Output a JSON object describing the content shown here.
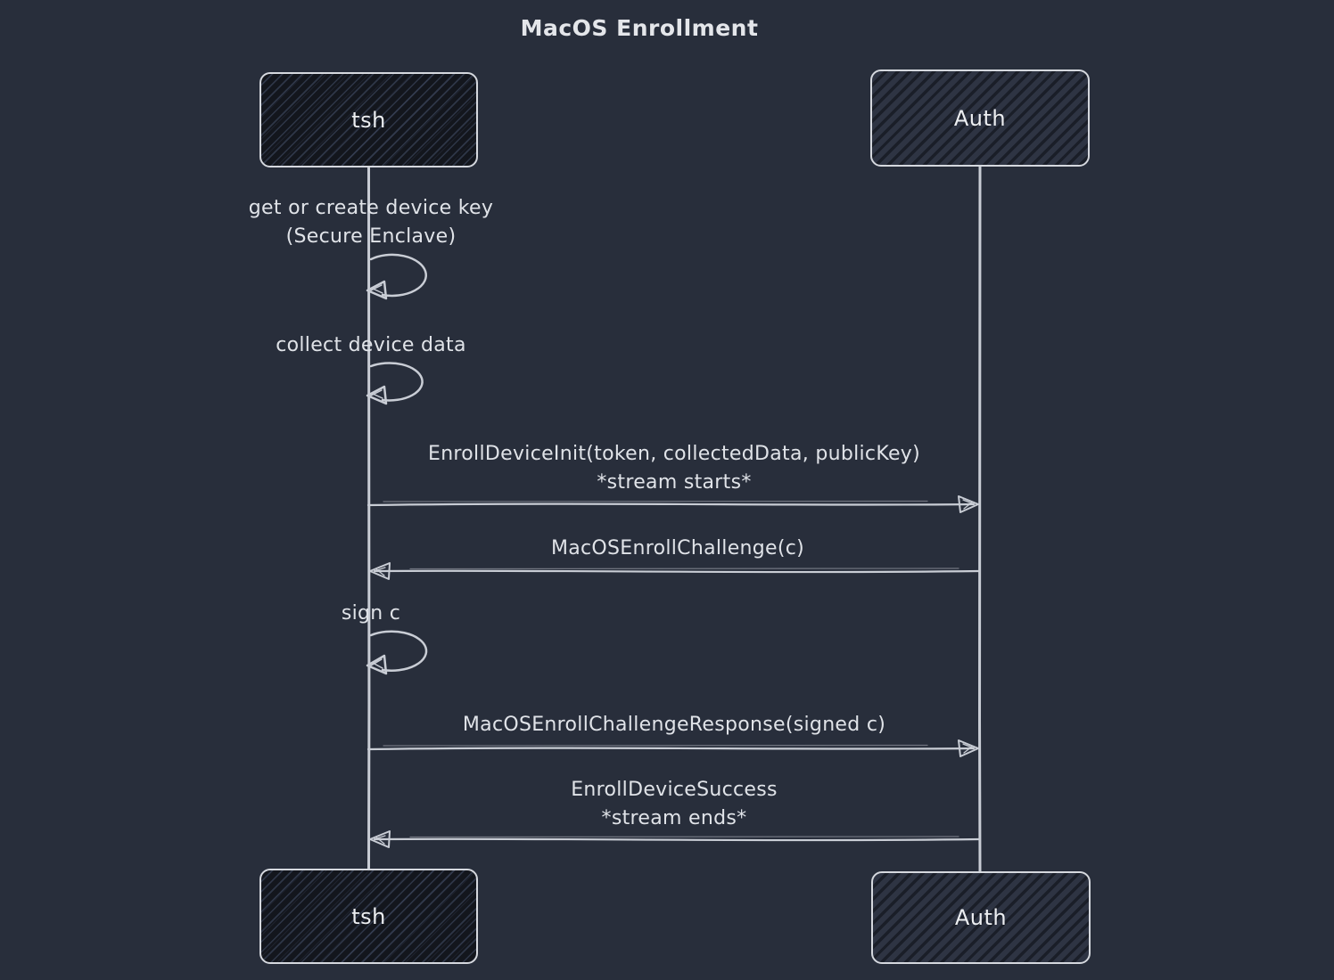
{
  "title": "MacOS Enrollment",
  "diagram_type": "sequence",
  "actors": {
    "tsh": "tsh",
    "auth": "Auth"
  },
  "messages": [
    {
      "type": "self",
      "actor": "tsh",
      "text": [
        "get or create device key",
        "(Secure Enclave)"
      ]
    },
    {
      "type": "self",
      "actor": "tsh",
      "text": [
        "collect device data"
      ]
    },
    {
      "type": "message",
      "from": "tsh",
      "to": "Auth",
      "text": [
        "EnrollDeviceInit(token, collectedData, publicKey)",
        "*stream starts*"
      ]
    },
    {
      "type": "message",
      "from": "Auth",
      "to": "tsh",
      "text": [
        "MacOSEnrollChallenge(c)"
      ]
    },
    {
      "type": "self",
      "actor": "tsh",
      "text": [
        "sign c"
      ]
    },
    {
      "type": "message",
      "from": "tsh",
      "to": "Auth",
      "text": [
        "MacOSEnrollChallengeResponse(signed c)"
      ]
    },
    {
      "type": "message",
      "from": "Auth",
      "to": "tsh",
      "text": [
        "EnrollDeviceSuccess",
        "*stream ends*"
      ]
    }
  ],
  "colors": {
    "background": "#282e3b",
    "stroke": "#c9cdd5",
    "text": "#e0e3e8",
    "actor_border": "#d5d8de",
    "actor_fill_tsh": "#13161d",
    "actor_fill_auth": "#2e3443"
  }
}
